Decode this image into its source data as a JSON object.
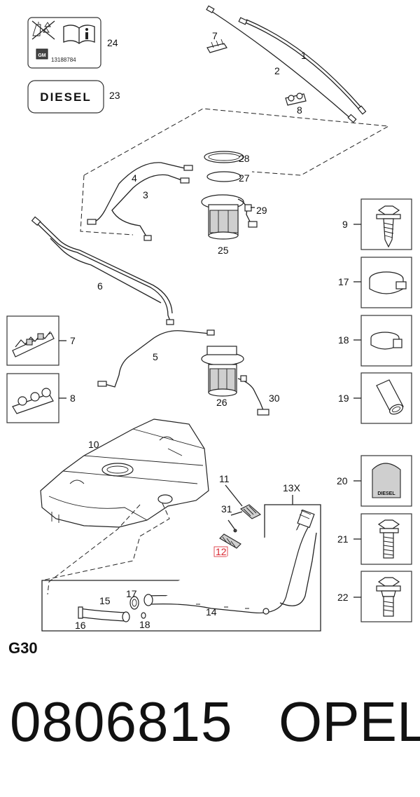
{
  "callouts": {
    "c1": "1",
    "c2": "2",
    "c3": "3",
    "c4": "4",
    "c5": "5",
    "c6": "6",
    "c7a": "7",
    "c7b": "7",
    "c8a": "8",
    "c8b": "8",
    "c9": "9",
    "c10": "10",
    "c11": "11",
    "c12": "12",
    "c13": "13X",
    "c14": "14",
    "c15": "15",
    "c16": "16",
    "c17a": "17",
    "c17b": "17",
    "c18a": "18",
    "c18b": "18",
    "c19": "19",
    "c20": "20",
    "c21": "21",
    "c22": "22",
    "c23": "23",
    "c24": "24",
    "c25": "25",
    "c26": "26",
    "c27": "27",
    "c28": "28",
    "c29": "29",
    "c30": "30",
    "c31": "31"
  },
  "label_24": {
    "logo": "GM",
    "number": "13188784"
  },
  "label_23": {
    "text": "DIESEL"
  },
  "label_20": {
    "text": "DIESEL"
  },
  "colors": {
    "highlight": "#d9232d",
    "ink": "#111111"
  },
  "diagram_code": "G30",
  "part_number": "0806815",
  "brand": "OPEL"
}
